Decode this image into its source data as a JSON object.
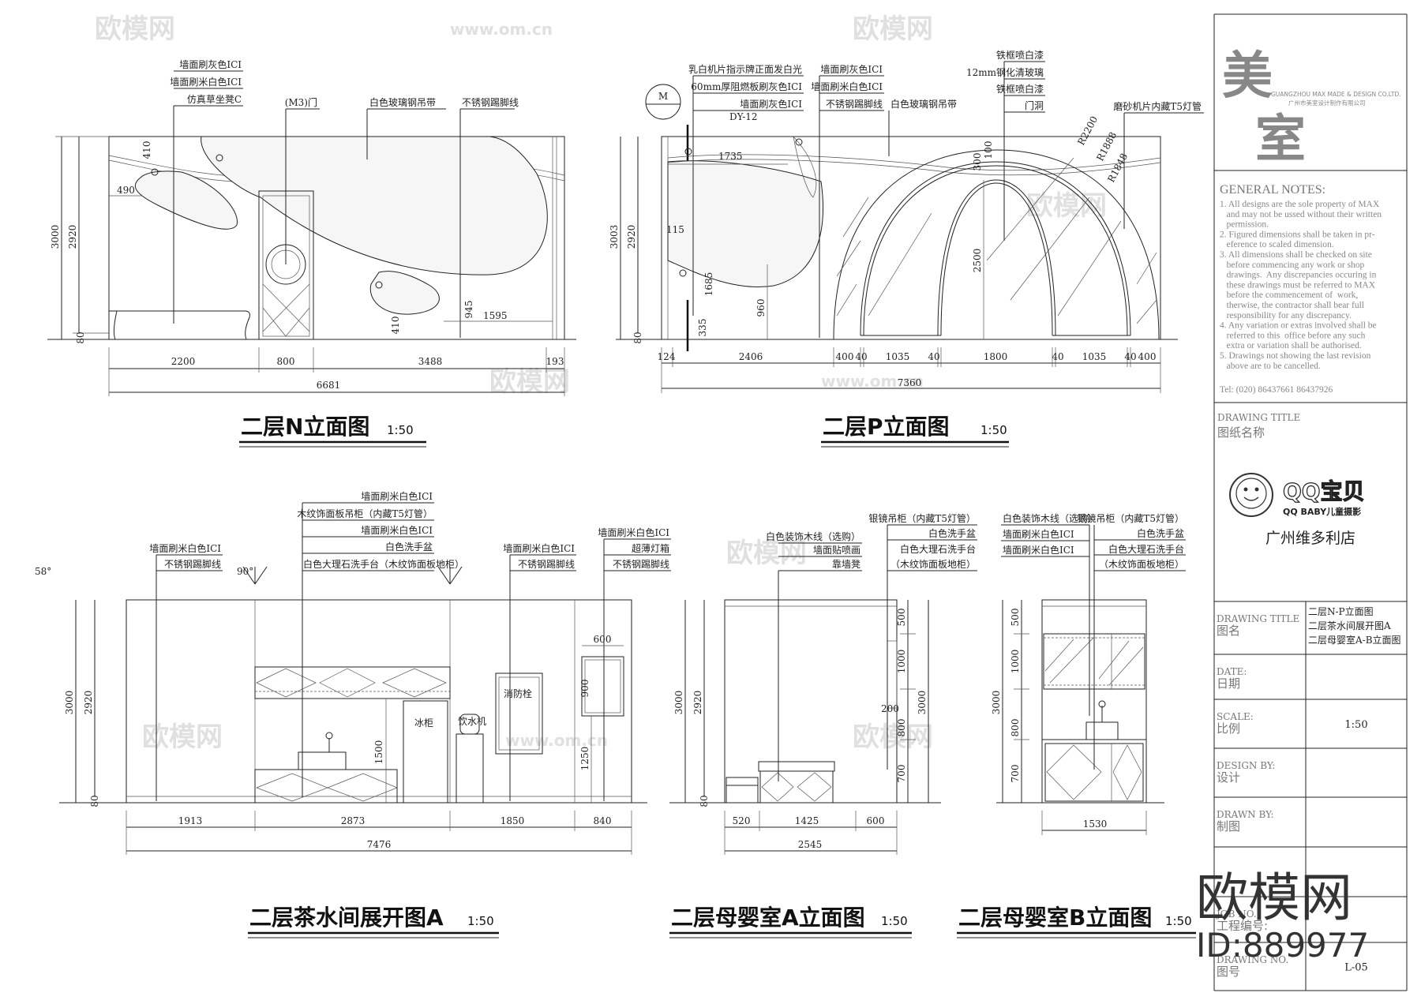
{
  "watermarks": {
    "site": "www.om.cn",
    "brand": "欧模网",
    "id": "ID:889977"
  },
  "n_elevation": {
    "title": "二层N立面图",
    "scale": "1:50",
    "labels": [
      "墙面刷灰色ICI",
      "墙面刷米白色ICI",
      "仿真草坐凳C",
      "(M3)门",
      "白色玻璃钢吊带",
      "不锈钢踢脚线"
    ],
    "dims": [
      "3000",
      "2920",
      "80",
      "410",
      "490",
      "945",
      "1595",
      "410",
      "2200",
      "800",
      "3488",
      "193",
      "6681"
    ]
  },
  "p_elevation": {
    "title": "二层P立面图",
    "scale": "1:50",
    "marker": "M",
    "labels": [
      "乳白机片指示牌正面发白光",
      "60mm厚阻燃板刷灰色ICI",
      "墙面刷灰色ICI",
      "DY-12",
      "墙面刷灰色ICI",
      "墙面刷米白色ICI",
      "不锈钢踢脚线",
      "白色玻璃钢吊带",
      "铁框喷白漆",
      "12mm钢化清玻璃",
      "铁框喷白漆",
      "门洞",
      "磨砂机片内藏T5灯管"
    ],
    "dims": [
      "3003",
      "2920",
      "80",
      "1735",
      "115",
      "1685",
      "335",
      "960",
      "300",
      "100",
      "2500",
      "R2200",
      "R1888",
      "R1848",
      "124",
      "2406",
      "400",
      "40",
      "1035",
      "40",
      "1800",
      "40",
      "1035",
      "40",
      "400",
      "7360"
    ]
  },
  "tea_room": {
    "title": "二层茶水间展开图A",
    "scale": "1:50",
    "labels": [
      "墙面刷米白色ICI",
      "不锈钢踢脚线",
      "墙面刷米白色ICI",
      "木纹饰面板吊柜（内藏T5灯管）",
      "墙面刷米白色ICI",
      "白色洗手盆",
      "白色大理石洗手台（木纹饰面板地柜）",
      "墙面刷米白色ICI",
      "不锈钢踢脚线",
      "墙面刷米白色ICI",
      "超薄灯箱",
      "不锈钢踢脚线"
    ],
    "fixtures": [
      "冰柜",
      "饮水机",
      "消防栓"
    ],
    "angles": [
      "58°",
      "90°"
    ],
    "dims": [
      "3000",
      "2920",
      "80",
      "1500",
      "600",
      "900",
      "1250",
      "1913",
      "2873",
      "1850",
      "840",
      "7476"
    ]
  },
  "nursing_a": {
    "title": "二层母婴室A立面图",
    "scale": "1:50",
    "labels": [
      "白色装饰木线（选购）",
      "墙面贴喷画",
      "靠墙凳",
      "银镜吊柜（内藏T5灯管）",
      "白色洗手盆",
      "白色大理石洗手台",
      "（木纹饰面板地柜）"
    ],
    "dims": [
      "3000",
      "2920",
      "80",
      "500",
      "1000",
      "800",
      "700",
      "3000",
      "200",
      "520",
      "1425",
      "600",
      "2545"
    ]
  },
  "nursing_b": {
    "title": "二层母婴室B立面图",
    "scale": "1:50",
    "labels": [
      "白色装饰木线（选购）",
      "墙面刷米白色ICI",
      "墙面刷米白色ICI",
      "银镜吊柜（内藏T5灯管）",
      "白色洗手盆",
      "白色大理石洗手台",
      "（木纹饰面板地柜）"
    ],
    "dims": [
      "3000",
      "500",
      "1000",
      "800",
      "700",
      "1530"
    ]
  },
  "title_block": {
    "logo_chars": "美室",
    "company_en": "GUANGZHOU MAX MADE & DESIGN CO.LTD.",
    "company_cn": "广州市美室设计制作有限公司",
    "notes_heading": "GENERAL NOTES:",
    "notes": [
      "1. All designs are the sole property of MAX",
      "   and may not be ussed without their written",
      "   permission.",
      "2. Figured dimensions shall be taken in pr-",
      "   eference to scaled dimension.",
      "3. All dimensions shall be checked on site",
      "   before commencing any work or shop",
      "   drawings.  Any discrepancies occuring in",
      "   these drawings must be referred to MAX",
      "   before the commencement of  work,",
      "   therwise, the contractor shall bear full",
      "   responsibility for any discrepancy.",
      "4. Any variation or extras involved shall be",
      "   referred to this  office before any such",
      "   extra or variation shall be authorised.",
      "5. Drawings not showing the last revision",
      "   above are to be cancelled."
    ],
    "tel": "Tel: (020) 86437661 86437926",
    "drawing_title_en": "DRAWING TITLE",
    "drawing_title_cn": "图纸名称",
    "client_logo_main": "QQ宝贝",
    "client_logo_sub": "QQ BABY儿童摄影",
    "client_name": "广州维多利店",
    "rows": [
      {
        "en": "DRAWING  TITLE",
        "cn": "图名",
        "values": [
          "二层N-P立面图",
          "二层茶水间展开图A",
          "二层母婴室A-B立面图"
        ]
      },
      {
        "en": "DATE:",
        "cn": "日期",
        "values": [
          ""
        ]
      },
      {
        "en": "SCALE:",
        "cn": "比例",
        "values": [
          "1:50"
        ]
      },
      {
        "en": "DESIGN BY:",
        "cn": "设计",
        "values": [
          ""
        ]
      },
      {
        "en": "DRAWN BY:",
        "cn": "制图",
        "values": [
          ""
        ]
      },
      {
        "en": "",
        "cn": "",
        "values": [
          ""
        ]
      },
      {
        "en": "JOB NO.:",
        "cn": "工程编号:",
        "values": [
          ""
        ]
      },
      {
        "en": "DRAWING NO.",
        "cn": "图号",
        "values": [
          "L-05"
        ]
      }
    ]
  }
}
